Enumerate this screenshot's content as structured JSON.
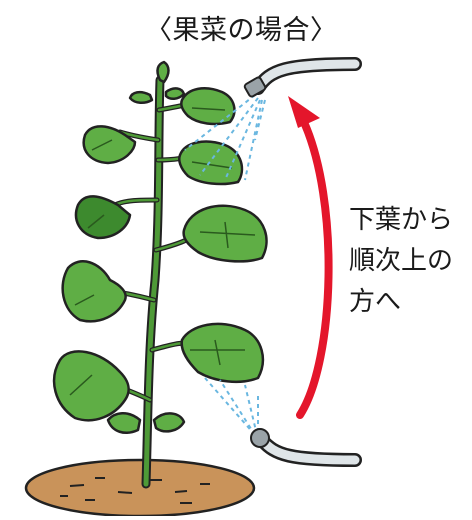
{
  "title": "〈果菜の場合〉",
  "caption": {
    "lines": [
      "下葉から",
      "順次上の",
      "方へ"
    ]
  },
  "colors": {
    "leaf": "#5fae45",
    "leaf_dark": "#3d8a2e",
    "stem": "#4e9a37",
    "soil": "#c9935a",
    "arrow": "#e4162b",
    "water": "#6ab7e0",
    "nozzle": "#9aa3a8"
  }
}
